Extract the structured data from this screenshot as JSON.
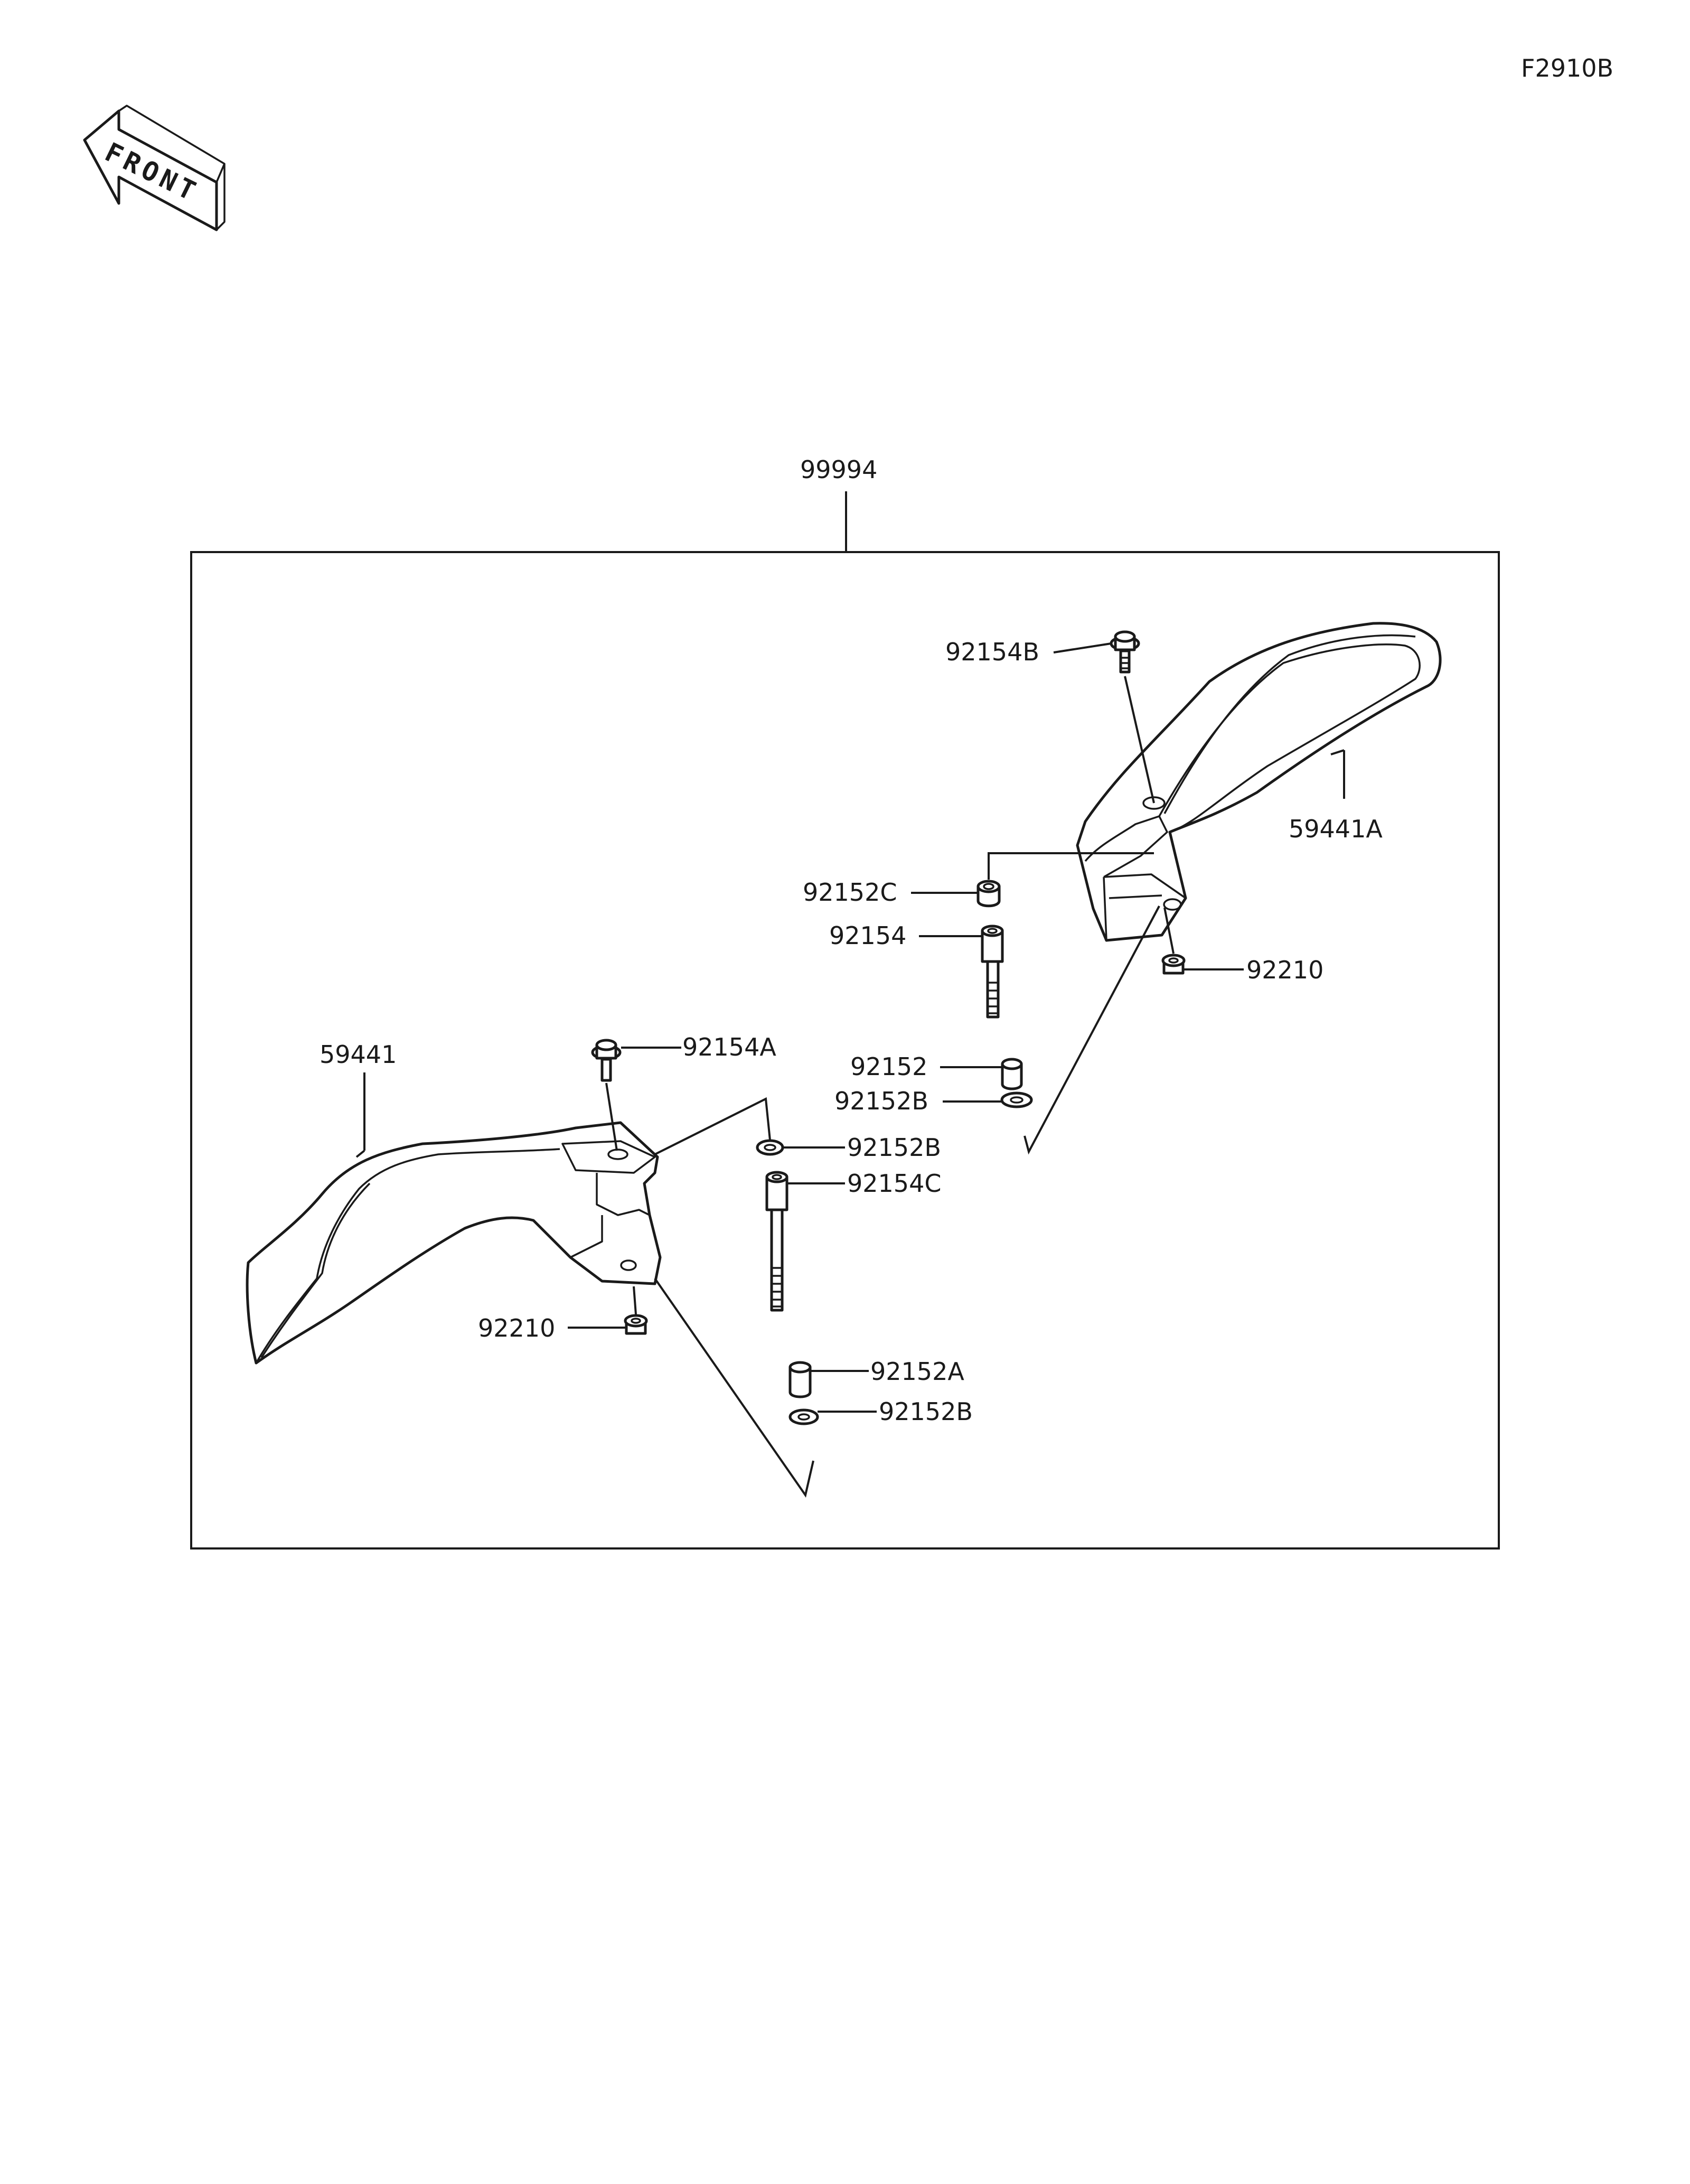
{
  "diagram_code": "F2910B",
  "front_label": "FRONT",
  "assembly_label": "99994",
  "callouts": {
    "p92154B": "92154B",
    "p59441A": "59441A",
    "p92152C": "92152C",
    "p92154": "92154",
    "p92210_right": "92210",
    "p92154A": "92154A",
    "p59441": "59441",
    "p92152": "92152",
    "p92152B_1": "92152B",
    "p92152B_2": "92152B",
    "p92154C": "92154C",
    "p92210_left": "92210",
    "p92152A": "92152A",
    "p92152B_3": "92152B"
  }
}
